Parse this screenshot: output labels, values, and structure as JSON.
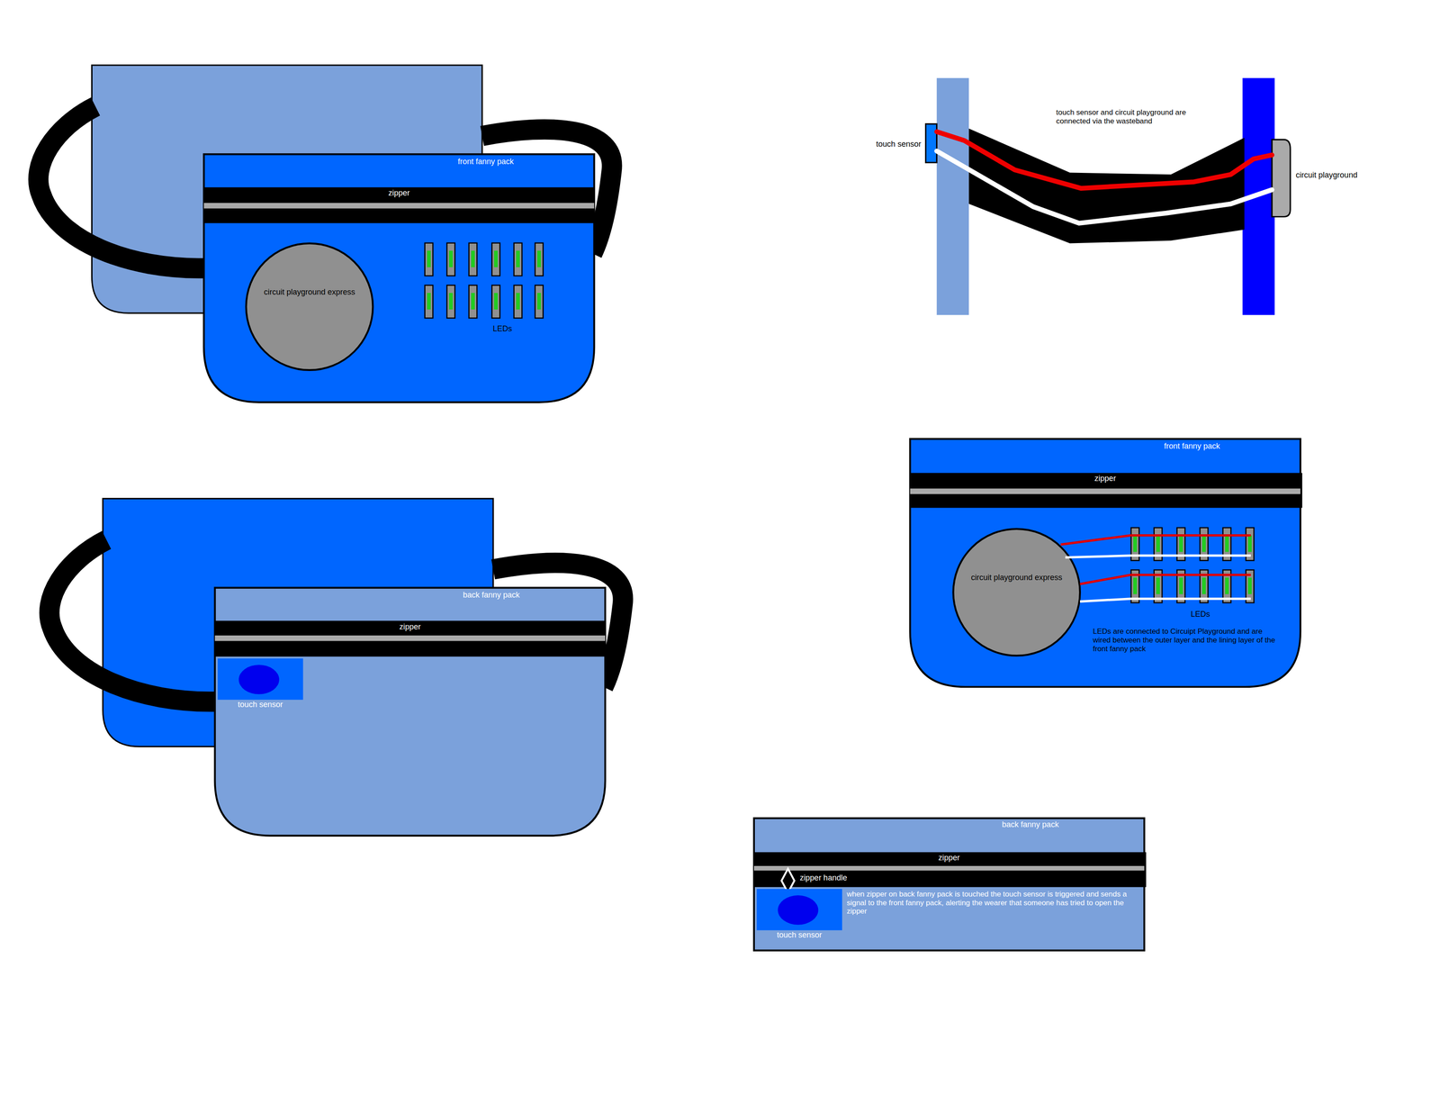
{
  "diagram": {
    "nodes": [
      {
        "text": [
          "front fanny pack"
        ]
      },
      {
        "text": [
          "zipper"
        ],
        "in": 0
      },
      {
        "text": [
          "circuit playground express"
        ],
        "in": 0
      },
      {
        "text": [
          "back fanny pack"
        ]
      },
      {
        "text": [
          "zipper"
        ],
        "in": 3
      },
      {
        "text": [
          "touch sensor"
        ],
        "in": 3
      },
      {
        "text": [
          "touch sensor"
        ]
      },
      {
        "text": [
          "circuit playground"
        ]
      },
      {
        "text": [
          "front fanny pack"
        ]
      },
      {
        "text": [
          "zipper"
        ],
        "in": 8
      },
      {
        "text": [
          "circuit playground express"
        ],
        "in": 8
      },
      {
        "text": [
          "back fanny pack"
        ]
      },
      {
        "text": [
          "zipper"
        ],
        "in": 11
      },
      {
        "text": [
          "touch sensor"
        ],
        "in": 11
      }
    ],
    "edges": [
      {
        "from": 6,
        "to": 7,
        "arrow": "none"
      },
      {
        "from": 6,
        "to": 7,
        "arrow": "none"
      }
    ],
    "labels": [
      "LEDs",
      "touch sensor and circuit playground are connected via the wasteband",
      "LEDs",
      "LEDs are connected to Circuipt Playground and are wired between the outer layer and the lining layer of the front fanny pack",
      "zipper handle",
      "when zipper on back fanny pack is touched the touch sensor is triggered and sends a signal to the front fanny pack, alerting the wearer that someone has tried to open the zipper"
    ]
  }
}
